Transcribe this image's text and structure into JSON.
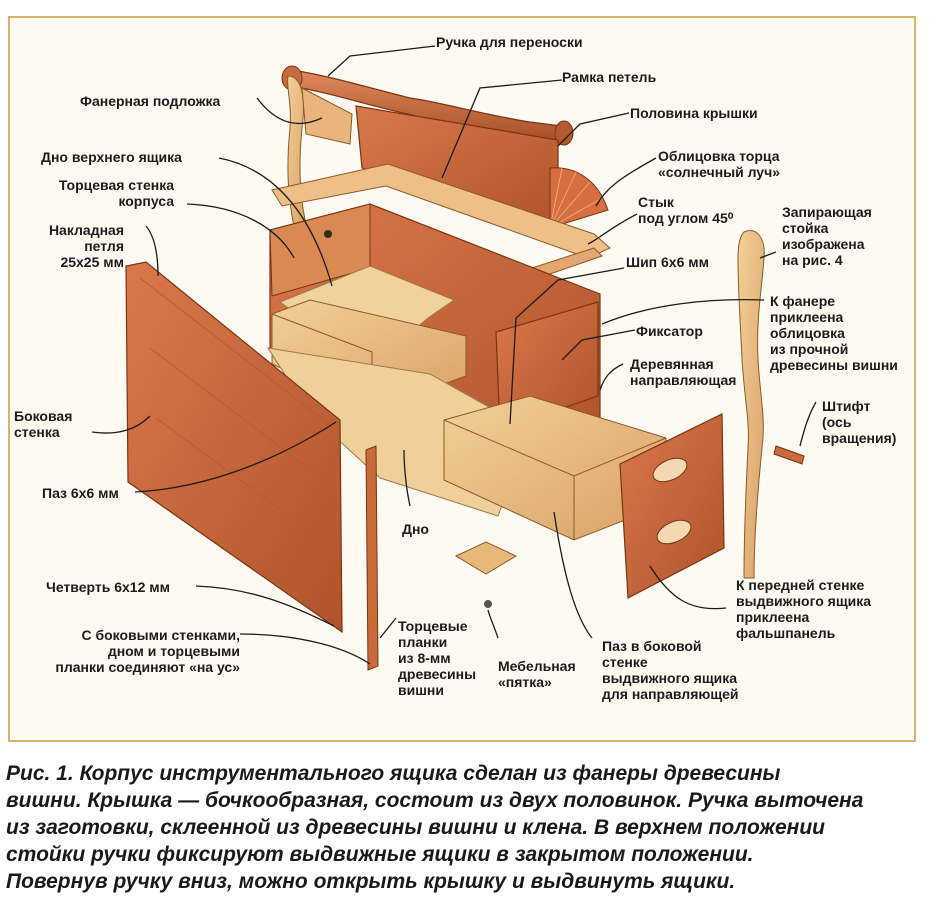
{
  "labels": {
    "carry_handle": "Ручка для переноски",
    "plywood_backing": "Фанерная подложка",
    "hinge_frame": "Рамка петель",
    "lid_half": "Половина крышки",
    "upper_drawer_bottom": "Дно верхнего ящика",
    "sunray_facing": "Облицовка торца\n«солнечный луч»",
    "case_end_wall": "Торцевая стенка\nкорпуса",
    "miter_joint": "Стык\nпод углом 45⁰",
    "lock_post": "Запирающая\nстойка\nизображена\nна рис. 4",
    "overlay_hinge": "Накладная\nпетля\n25x25 мм",
    "tenon": "Шип 6x6 мм",
    "glued_facing": "К фанере\nприклеена\nоблицовка\nиз прочной\nдревесины вишни",
    "latch": "Фиксатор",
    "wood_runner": "Деревянная\nнаправляющая",
    "side_wall": "Боковая\nстенка",
    "pin": "Штифт\n(ось\nвращения)",
    "groove": "Паз 6x6 мм",
    "bottom": "Дно",
    "rabbet": "Четверть 6x12 мм",
    "false_panel": "К передней стенке\nвыдвижного ящика\nприклеена\nфальшпанель",
    "miter_note": "С боковыми стенками,\nдном и торцевыми\nпланки соединяют «на ус»",
    "end_strips": "Торцевые\nпланки\nиз 8-мм\nдревесины\nвишни",
    "furniture_foot": "Мебельная\n«пятка»",
    "drawer_groove": "Паз в боковой\nстенке\nвыдвижного ящика\nдля направляющей"
  },
  "caption": "Рис. 1. Корпус инструментального ящика сделан из фанеры древесины\nвишни. Крышка — бочкообразная, состоит из двух половинок. Ручка выточена\nиз заготовки, склеенной из древесины вишни и клена. В верхнем положении\nстойки ручки фиксируют выдвижные ящики в закрытом положении.\nПовернув ручку вниз, можно открыть крышку и выдвинуть ящики.",
  "colors": {
    "frame_border": "#d8b46a",
    "background": "#fdfaf2",
    "cherry_wood": "#c8683a",
    "light_wood": "#e8b878",
    "plywood": "#f0d29c",
    "leader_line": "#1c1c1c"
  }
}
